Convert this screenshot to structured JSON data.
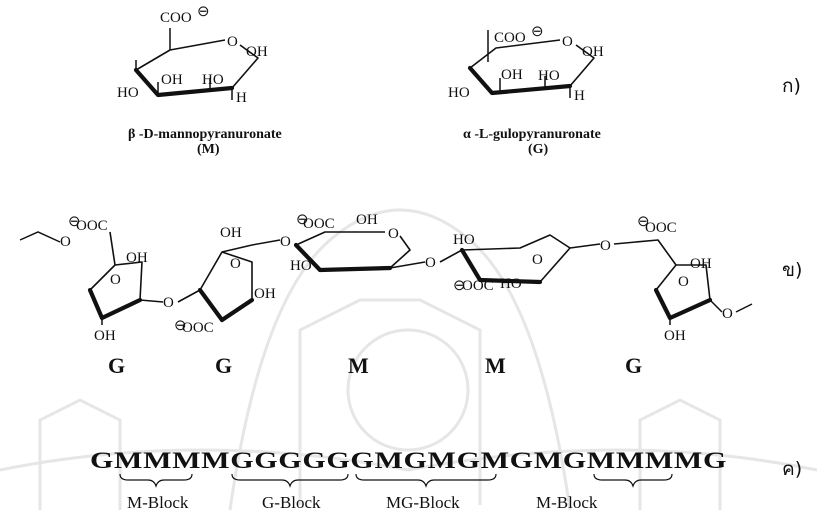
{
  "part_labels": {
    "a": "ก)",
    "b": "ข)",
    "c": "ค)"
  },
  "monomers": {
    "m": {
      "carboxylate": "COO",
      "charge": "⊖",
      "oh_top": "OH",
      "oh_mid": "OH",
      "ho_mid": "HO",
      "ho_left": "HO",
      "h": "H",
      "ring_o": "O",
      "name": "β -D-mannopyranuronate",
      "abbr": "(M)"
    },
    "g": {
      "carboxylate": "COO",
      "charge": "⊖",
      "oh_top": "OH",
      "oh_mid": "OH",
      "ho_mid": "HO",
      "ho_left": "HO",
      "h": "H",
      "ring_o": "O",
      "name": "α -L-gulopyranuronate",
      "abbr": "(G)"
    }
  },
  "chain": {
    "units": [
      "G",
      "G",
      "M",
      "M",
      "G"
    ],
    "groups": {
      "ooc": "OOC",
      "oh": "OH",
      "ho": "HO",
      "o": "O",
      "charge": "⊖"
    }
  },
  "sequence": {
    "text": "GMMMMGGGGGGMGMGMGMGMMMMG",
    "blocks": [
      "M-Block",
      "G-Block",
      "MG-Block",
      "M-Block"
    ]
  },
  "icons": {
    "watermark": "university-seal-watermark-icon"
  }
}
